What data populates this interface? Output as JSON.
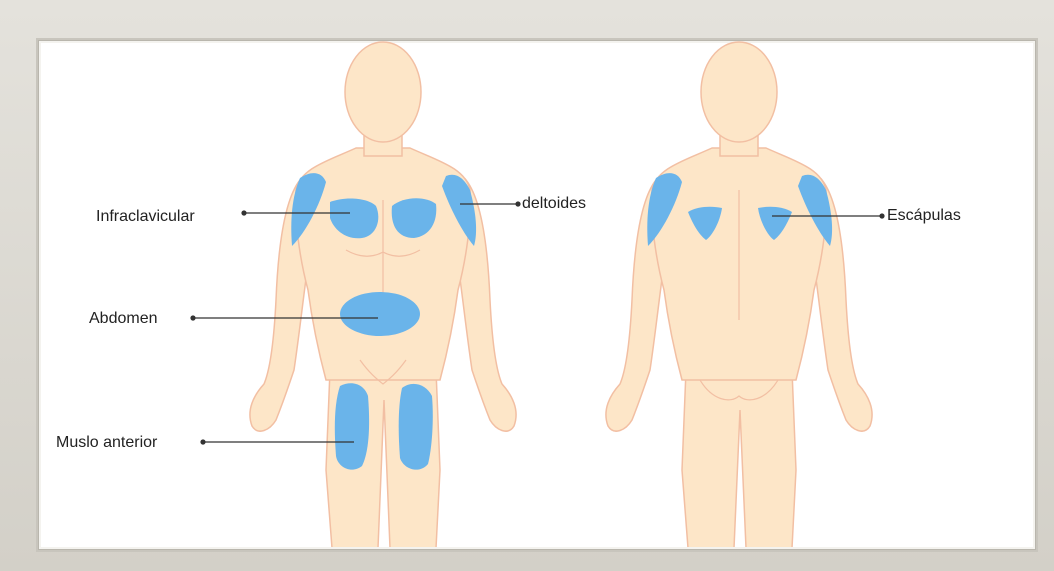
{
  "labels": {
    "infraclavicular": "Infraclavicular",
    "deltoides": "deltoides",
    "abdomen": "Abdomen",
    "escapulas": "Escápulas",
    "muslo_anterior": "Muslo anterior"
  },
  "colors": {
    "skin": "#fde6c8",
    "skin_outline": "#f2bfa3",
    "site": "#6ab4ea",
    "line": "#333333"
  }
}
